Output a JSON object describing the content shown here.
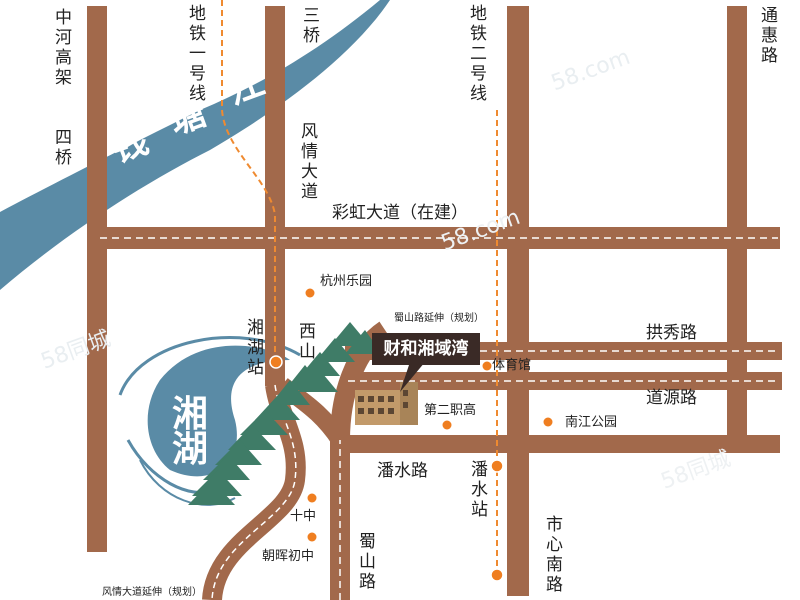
{
  "colors": {
    "road": "#a2694b",
    "road_outline": "#ffffff",
    "river": "#5a8ba6",
    "metro": "#ef8a30",
    "poi": "#ef7e20",
    "trees": "#3f7c67",
    "project_bg": "#3a2a26"
  },
  "labels": {
    "zhonghe_gaojia": "中河高架",
    "siqiao": "四桥",
    "ditie1": "地铁一号线",
    "sanqiao": "三桥",
    "ditie2": "地铁二号线",
    "tonghui_lu": "通惠路",
    "fengqing_dadao": "风情大道",
    "caihong_dadao": "彩虹大道（在建）",
    "hangzhou_leyuan": "杭州乐园",
    "shushan_lu_yanshen": "蜀山路延伸（规划）",
    "xianghu_zhan": "湘湖站",
    "xishan": "西山",
    "project_name": "财和湘域湾",
    "tiyuguan": "体育馆",
    "gongxiu_lu": "拱秀路",
    "daoyuan_lu": "道源路",
    "dier_zhigao": "第二职高",
    "nanjiang_gongyuan": "南江公园",
    "panshui_lu": "潘水路",
    "panshui_zhan": "潘水站",
    "shizhong": "十中",
    "chaohui_chuzhong": "朝晖初中",
    "shushan_lu": "蜀山路",
    "shixin_nanlu": "市心南路",
    "fengqing_dadao_yanshen": "风情大道延伸（规划）"
  },
  "water_labels": {
    "qiantang_1": "钱",
    "qiantang_2": "塘",
    "qiantang_3": "江",
    "xianghu_1": "湘",
    "xianghu_2": "湖"
  },
  "watermarks": [
    "58.com",
    "58同城",
    "58同城",
    "58.com"
  ],
  "icons": [
    "metro-station-icon",
    "poi-dot-icon",
    "tree-icon",
    "building-icon",
    "pointer-arrow-icon"
  ]
}
